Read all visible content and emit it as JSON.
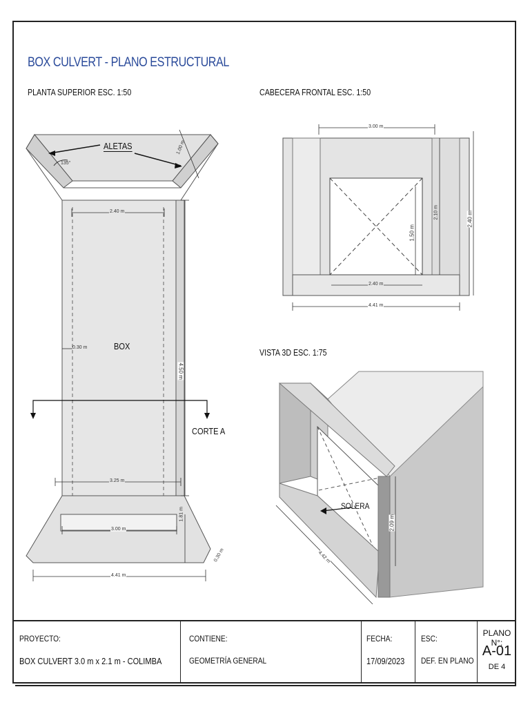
{
  "title": "BOX CULVERT  - PLANO ESTRUCTURAL",
  "views": {
    "plan": "PLANTA SUPERIOR  ESC. 1:50",
    "front": "CABECERA FRONTAL  ESC. 1:50",
    "iso": "VISTA 3D    ESC. 1:75"
  },
  "plan_labels": {
    "aletas": "ALETAS",
    "box": "BOX",
    "corte": "CORTE A",
    "angle": "135°",
    "d_100": "1.00 m",
    "d_240": "2.40 m",
    "d_030a": "0.30 m",
    "d_450": "4.50 m",
    "d_325": "3.25 m",
    "d_300": "3.00 m",
    "d_181": "1.81 m",
    "d_030b": "0.30 m",
    "d_441": "4.41 m"
  },
  "front_labels": {
    "d_300": "3.00 m",
    "d_210": "2.10 m",
    "d_240h": "2.40 m",
    "d_150": "1.50 m",
    "d_240": "2.40 m",
    "d_441": "4.41 m"
  },
  "iso_labels": {
    "solera": "SOLERA",
    "d_209": "2.09 m",
    "d_442": "4.42 m"
  },
  "titleblock": {
    "proyecto_label": "PROYECTO:",
    "proyecto_value": "BOX CULVERT 3.0 m x 2.1 m - COLIMBA",
    "contiene_label": "CONTIENE:",
    "contiene_value": "GEOMETRÍA GENERAL",
    "fecha_label": "FECHA:",
    "fecha_value": "17/09/2023",
    "esc_label": "ESC:",
    "esc_value": "DEF. EN PLANO",
    "plano_label": "PLANO N°:",
    "plano_num": "A-01",
    "plano_of": "DE  4"
  }
}
